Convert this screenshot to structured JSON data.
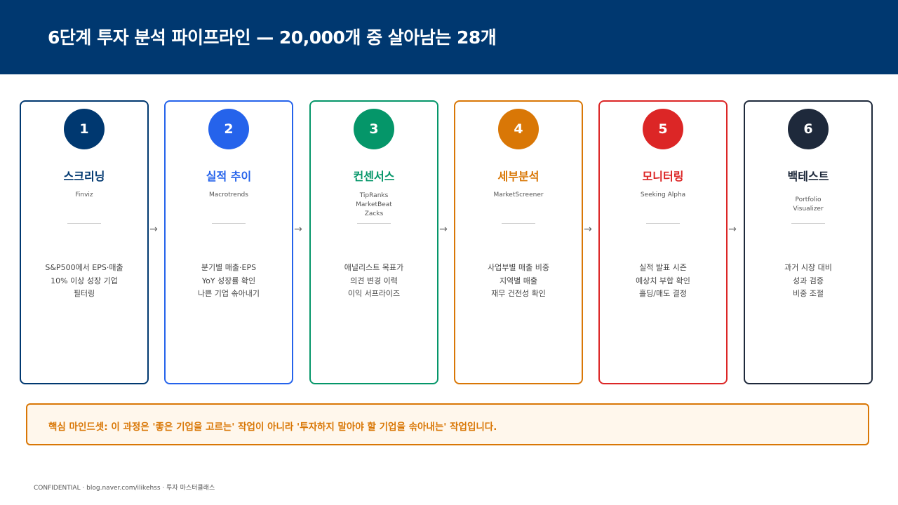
{
  "header": {
    "title": "6단계 투자 분석 파이프라인 — 20,000개 중 살아남는 28개"
  },
  "colors": {
    "header_bg": "#003870",
    "step1": "#003870",
    "step2": "#2563eb",
    "step3": "#059669",
    "step4": "#d97706",
    "step5": "#dc2626",
    "step6": "#1e293b"
  },
  "steps": [
    {
      "num": "1",
      "title": "스크리닝",
      "tools": "Finviz",
      "desc": "S&P500에서 EPS·매출\n10% 이상 성장 기업\n필터링"
    },
    {
      "num": "2",
      "title": "실적 추이",
      "tools": "Macrotrends",
      "desc": "분기별 매출·EPS\nYoY 성장률 확인\n나쁜 기업 솎아내기"
    },
    {
      "num": "3",
      "title": "컨센서스",
      "tools": "TipRanks\nMarketBeat\nZacks",
      "desc": "애널리스트 목표가\n의견 변경 이력\n이익 서프라이즈"
    },
    {
      "num": "4",
      "title": "세부분석",
      "tools": "MarketScreener",
      "desc": "사업부별 매출 비중\n지역별 매출\n재무 건전성 확인"
    },
    {
      "num": "5",
      "title": "모니터링",
      "tools": "Seeking Alpha",
      "desc": "실적 발표 시즌\n예상치 부합 확인\n홀딩/매도 결정"
    },
    {
      "num": "6",
      "title": "백테스트",
      "tools": "Portfolio\nVisualizer",
      "desc": "과거 시장 대비\n성과 검증\n비중 조절"
    }
  ],
  "arrow_symbol": "→",
  "callout": {
    "text": "핵심 마인드셋: 이 과정은 '좋은 기업을 고르는' 작업이 아니라 '투자하지 말아야 할 기업을 솎아내는' 작업입니다."
  },
  "footer": {
    "text": "CONFIDENTIAL · blog.naver.com/ilikehss · 투자 마스터클래스"
  }
}
